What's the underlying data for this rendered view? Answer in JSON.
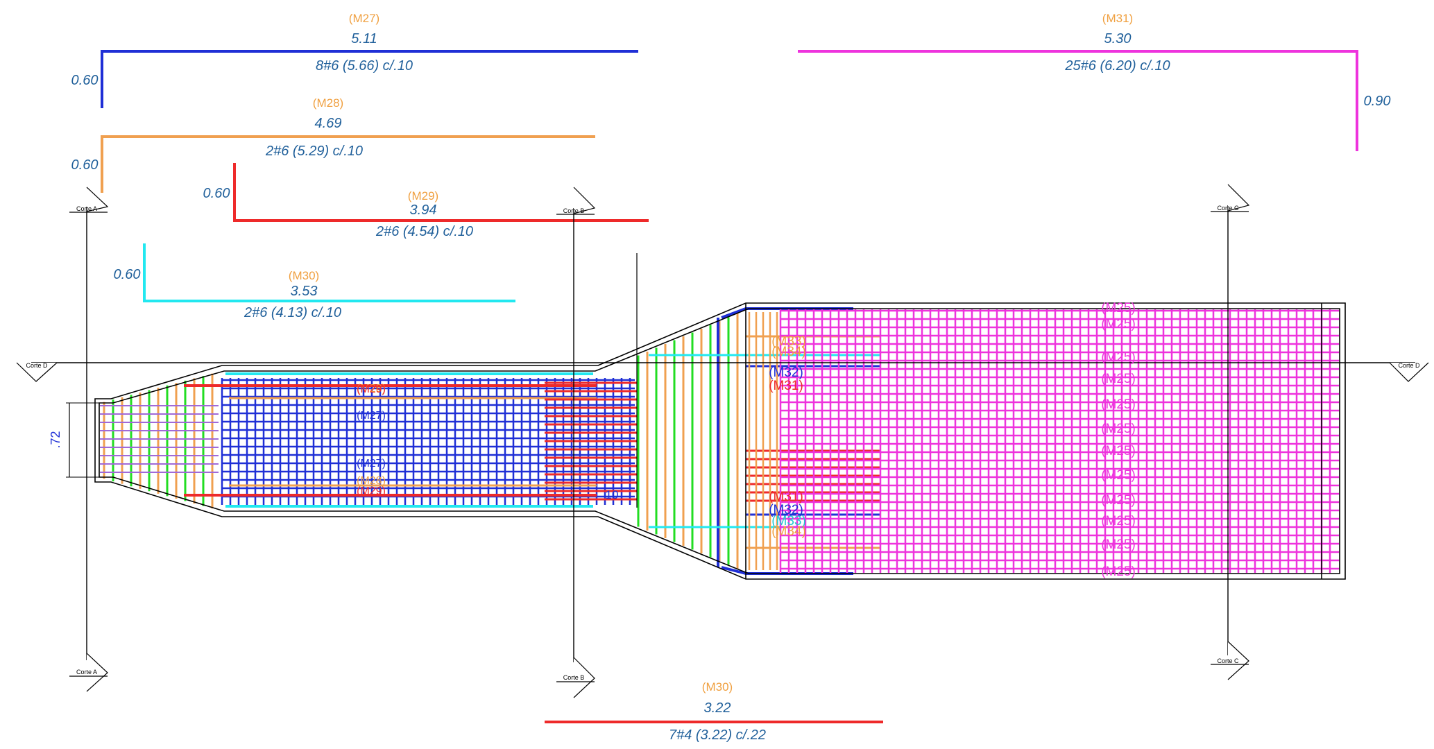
{
  "colors": {
    "mark_orange": "#f0a040",
    "dim_blue": "#1f5f9a",
    "bar_blue": "#1f2fd6",
    "bar_orange": "#f0a050",
    "bar_red": "#ee2a2a",
    "bar_cyan": "#22e8f0",
    "bar_magenta": "#ee33dd",
    "bar_green": "#22dd22",
    "outline": "#000000"
  },
  "bars": [
    {
      "mark": "(M27)",
      "length": "5.11",
      "spec": "8#6 (5.66) c/.10",
      "hook": "0.60"
    },
    {
      "mark": "(M28)",
      "length": "4.69",
      "spec": "2#6 (5.29) c/.10",
      "hook": "0.60"
    },
    {
      "mark": "(M29)",
      "length": "3.94",
      "spec": "2#6 (4.54) c/.10",
      "hook": "0.60"
    },
    {
      "mark": "(M30)",
      "length": "3.53",
      "spec": "2#6 (4.13) c/.10",
      "hook": "0.60"
    },
    {
      "mark": "(M31)",
      "length": "5.30",
      "spec": "25#6 (6.20) c/.10",
      "hook": "0.90"
    },
    {
      "mark": "(M30)",
      "length": "3.22",
      "spec": "7#4 (3.22) c/.22"
    }
  ],
  "sections": {
    "a": "Corte A",
    "b": "Corte B",
    "c": "Corte C",
    "d": "Corte D"
  },
  "plan_labels": {
    "width_dim": ".72",
    "small_dim": "10",
    "m25": "(M25)",
    "m27": "(M27)",
    "m28": "(M28)",
    "m29": "(M29)",
    "m31": "(M31)",
    "m32": "(M32)",
    "m33": "(M33)",
    "m34": "(M34)"
  }
}
